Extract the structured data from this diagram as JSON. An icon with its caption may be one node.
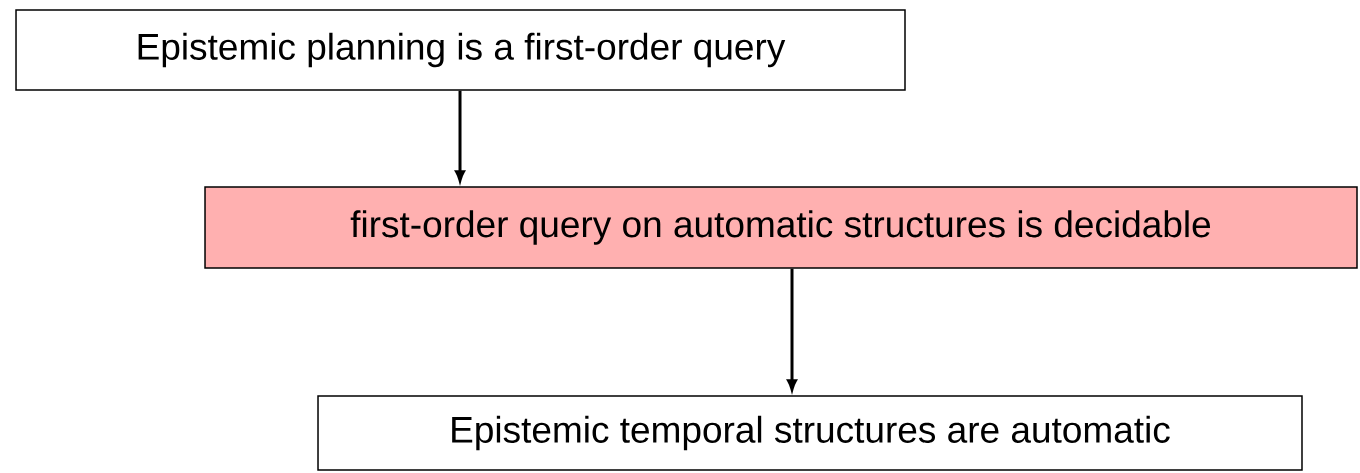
{
  "diagram": {
    "nodes": [
      {
        "text": [
          "Epistemic planning is a first-order query"
        ]
      },
      {
        "text": [
          "first-order query on automatic structures is decidable"
        ]
      },
      {
        "text": [
          "Epistemic temporal structures are automatic"
        ]
      }
    ],
    "edges": [
      {
        "from": 0,
        "to": 1,
        "arrow": "to"
      },
      {
        "from": 1,
        "to": 2,
        "arrow": "to"
      }
    ]
  }
}
